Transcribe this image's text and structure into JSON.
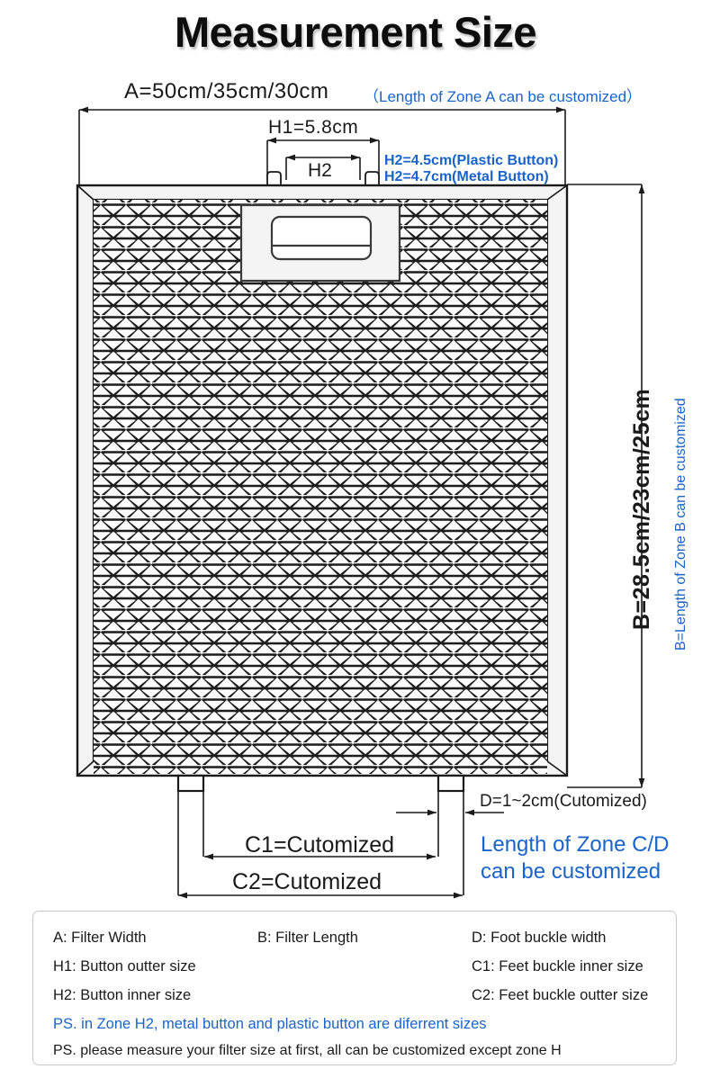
{
  "title": "Measurement Size",
  "dimensions": {
    "a_label": "A=50cm/35cm/30cm",
    "a_note": "（Length of Zone A can be customized）",
    "h1_label": "H1=5.8cm",
    "h2_label": "H2",
    "h2_note_plastic": "H2=4.5cm(Plastic Button)",
    "h2_note_metal": "H2=4.7cm(Metal Button)",
    "b_label": "B=28.5cm/23cm/25cm",
    "b_note": "B=Length of Zone B can be customized",
    "d_label": "D=1~2cm(Cutomized)",
    "c1_label": "C1=Cutomized",
    "c2_label": "C2=Cutomized",
    "cd_note_line1": "Length of Zone C/D",
    "cd_note_line2": "can be customized"
  },
  "legend": {
    "col1": [
      "A:  Filter Width",
      "H1:  Button outter size",
      "H2:  Button inner size"
    ],
    "col2": [
      "B:  Filter Length"
    ],
    "col3": [
      "D:  Foot buckle width",
      "C1:  Feet buckle inner size",
      "C2:  Feet buckle outter size"
    ],
    "ps_blue": "PS. in Zone H2, metal button and plastic button are diferrent sizes",
    "ps_black": "PS. please measure your filter size at first, all can be customized except zone H"
  },
  "colors": {
    "accent_blue": "#1a64c8",
    "line": "#1a1a1a",
    "frame_fill": "#f2f2f2",
    "background": "#ffffff"
  }
}
